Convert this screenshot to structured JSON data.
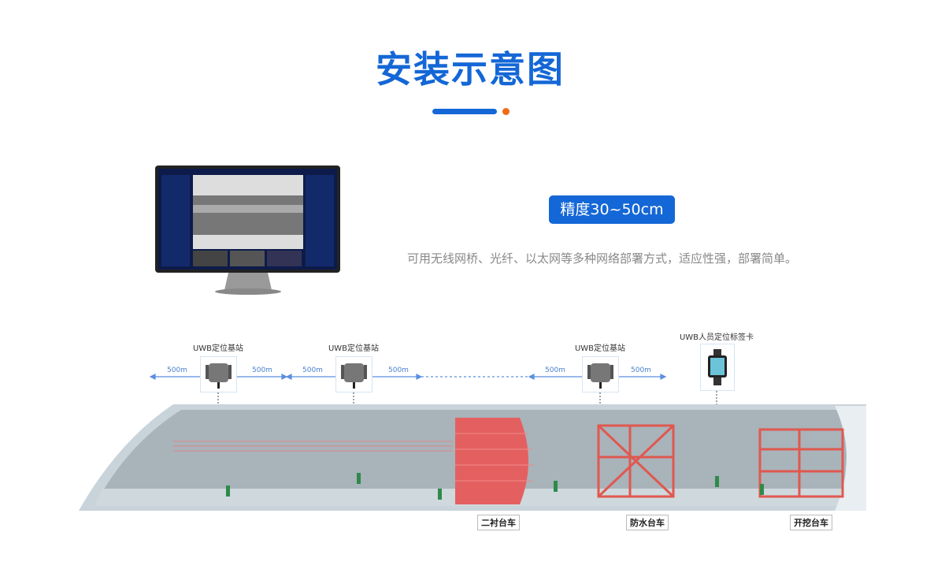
{
  "title": "安装示意图",
  "accent_color": "#1467d6",
  "dot_color": "#f06a14",
  "badge": "精度30~50cm",
  "description": "可用无线网桥、光纤、以太网等多种网络部署方式，适应性强，部署简单。",
  "stations": [
    {
      "label": "UWB定位基站",
      "left": "500m",
      "right": "500m"
    },
    {
      "label": "UWB定位基站",
      "left": "500m",
      "right": "500m"
    },
    {
      "label": "UWB定位基站",
      "left": "500m",
      "right": "500m"
    }
  ],
  "tag_card": "UWB人员定位标签卡",
  "trolleys": [
    "二衬台车",
    "防水台车",
    "开挖台车"
  ]
}
